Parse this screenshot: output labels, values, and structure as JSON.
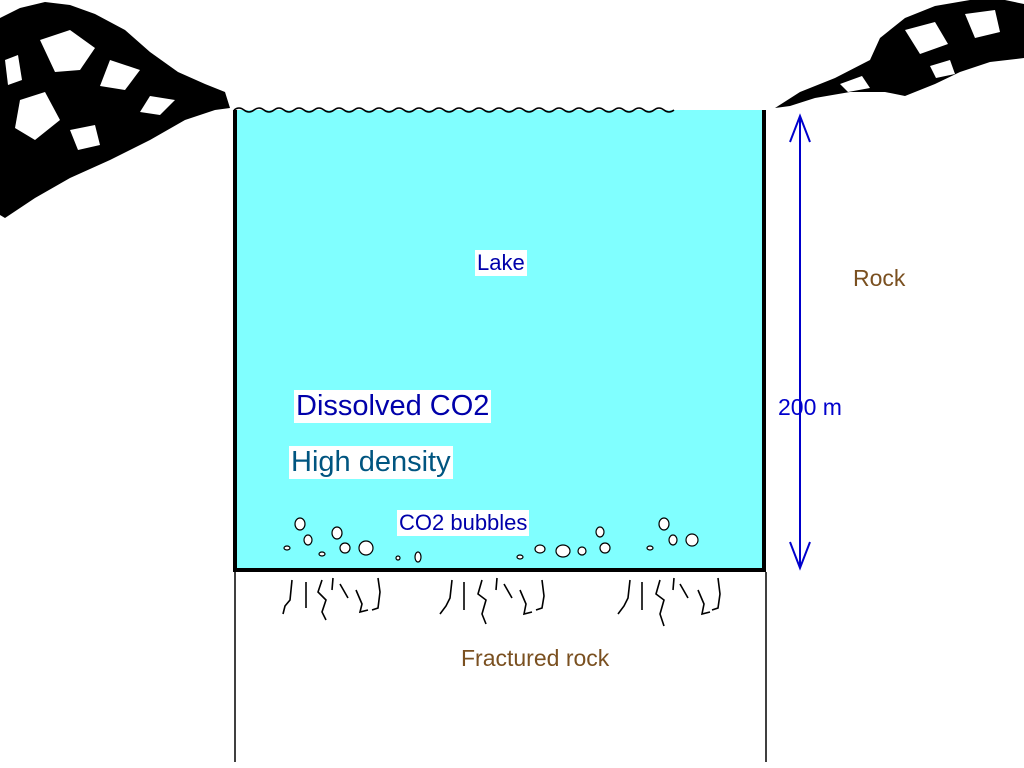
{
  "labels": {
    "lake": "Lake",
    "dissolved": "Dissolved CO2",
    "density": "High density",
    "bubbles": "CO2 bubbles",
    "depth": "200 m",
    "rock": "Rock",
    "fractured": "Fractured rock"
  },
  "colors": {
    "water": "#80ffff",
    "lake_text": "#0000aa",
    "dissolved_text": "#0000aa",
    "density_text": "#005580",
    "bubbles_text": "#0000aa",
    "depth": "#0000cc",
    "rock_text": "#7a5020",
    "outline": "#000000"
  }
}
